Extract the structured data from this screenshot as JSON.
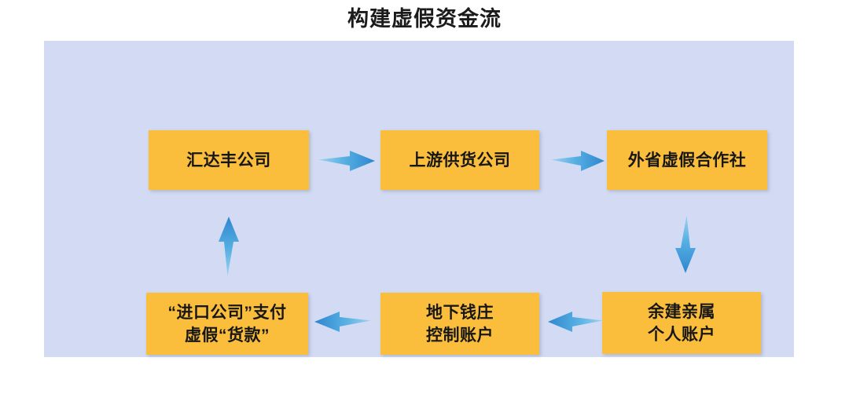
{
  "title": "构建虚假资金流",
  "panel": {
    "background_color": "#d2dbf3",
    "node_color": "#fbbe3c",
    "arrow_color": "#3f97d9"
  },
  "nodes": [
    {
      "id": "huidafeng",
      "line1": "汇达丰公司",
      "line2": "",
      "row": "top",
      "col": 1
    },
    {
      "id": "supplier",
      "line1": "上游供货公司",
      "line2": "",
      "row": "top",
      "col": 2
    },
    {
      "id": "coop",
      "line1": "外省虚假合作社",
      "line2": "",
      "row": "top",
      "col": 3
    },
    {
      "id": "importpay",
      "line1": "“进口公司”支付",
      "line2": "虚假“货款”",
      "row": "bottom",
      "col": 1
    },
    {
      "id": "underground",
      "line1": "地下钱庄",
      "line2": "控制账户",
      "row": "bottom",
      "col": 2
    },
    {
      "id": "relative",
      "line1": "余建亲属",
      "line2": "个人账户",
      "row": "bottom",
      "col": 3
    }
  ],
  "arrows": [
    {
      "id": "h1",
      "from": "huidafeng",
      "to": "supplier",
      "direction": "right"
    },
    {
      "id": "h2",
      "from": "supplier",
      "to": "coop",
      "direction": "right"
    },
    {
      "id": "v-down",
      "from": "coop",
      "to": "relative",
      "direction": "down"
    },
    {
      "id": "h3",
      "from": "relative",
      "to": "underground",
      "direction": "left"
    },
    {
      "id": "h4",
      "from": "underground",
      "to": "importpay",
      "direction": "left"
    },
    {
      "id": "v-up",
      "from": "importpay",
      "to": "huidafeng",
      "direction": "up"
    }
  ]
}
